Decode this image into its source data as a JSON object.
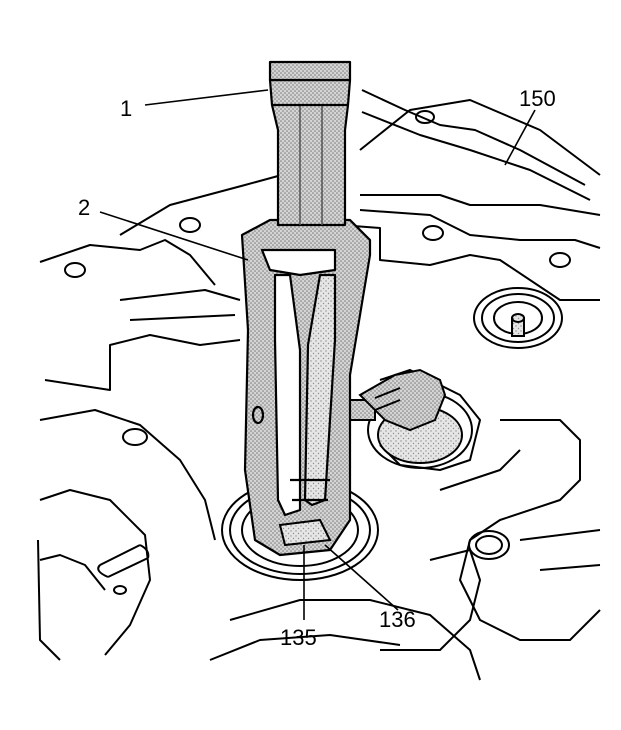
{
  "callouts": {
    "c1": "1",
    "c2": "2",
    "c150": "150",
    "c135": "135",
    "c136": "136"
  },
  "colors": {
    "line": "#000000",
    "hatch": "#8a8a8a",
    "background": "#ffffff"
  }
}
